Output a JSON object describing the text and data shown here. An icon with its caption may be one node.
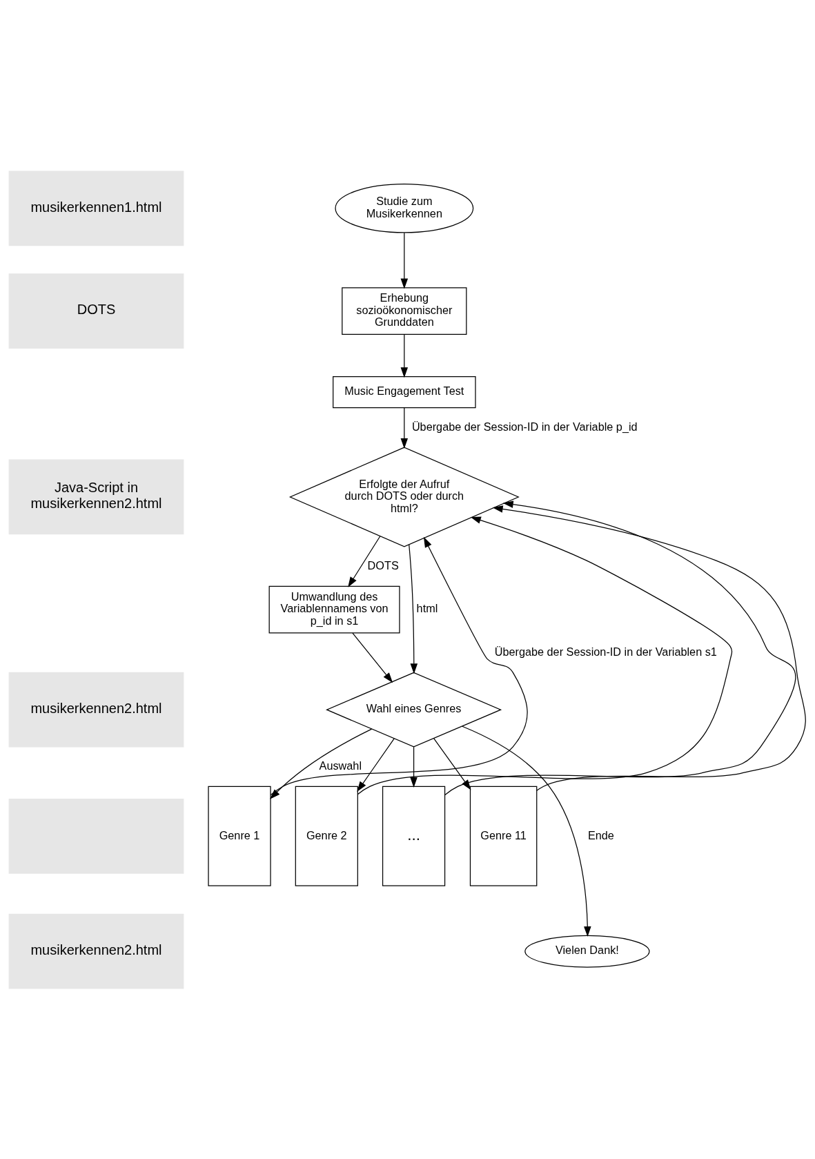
{
  "diagram": {
    "nodes": [
      {
        "text": [
          "musikerkennen1.html"
        ]
      },
      {
        "text": [
          "DOTS"
        ]
      },
      {
        "text": [
          "Java-Script in musikerkennen2.html"
        ]
      },
      {
        "text": [
          "musikerkennen2.html"
        ]
      },
      {
        "text": [],
        "shape": "box"
      },
      {
        "text": [
          "musikerkennen2.html"
        ]
      },
      {
        "text": [
          "Studie zum Musikerkennen"
        ]
      },
      {
        "text": [
          "Erhebung sozioökonomischer Grunddaten"
        ]
      },
      {
        "text": [
          "Music Engagement Test"
        ]
      },
      {
        "text": [
          "Erfolgte der Aufruf durch DOTS oder durch html?"
        ]
      },
      {
        "text": [
          "Umwandlung des Variablennamens von p_id in s1"
        ]
      },
      {
        "text": [
          "Wahl eines Genres"
        ]
      },
      {
        "text": [
          "Genre 1"
        ]
      },
      {
        "text": [
          "Genre 2"
        ]
      },
      {
        "text": [
          "..."
        ]
      },
      {
        "text": [
          "Genre 11"
        ]
      },
      {
        "text": [
          "Vielen Dank!"
        ]
      }
    ],
    "edges": [
      {
        "from": 6,
        "to": 7,
        "arrow": "to"
      },
      {
        "from": 7,
        "to": 8,
        "arrow": "to"
      },
      {
        "from": 8,
        "to": 9,
        "arrow": "to",
        "label": "Übergabe der Session-ID in der Variable p_id"
      },
      {
        "from": 9,
        "to": 10,
        "arrow": "to",
        "label": "DOTS"
      },
      {
        "from": 9,
        "to": 11,
        "arrow": "to",
        "label": "html"
      },
      {
        "from": 10,
        "to": 11,
        "arrow": "to"
      },
      {
        "from": 11,
        "to": 12,
        "arrow": "to",
        "label": "Auswahl"
      },
      {
        "from": 11,
        "to": 13,
        "arrow": "to"
      },
      {
        "from": 11,
        "to": 14,
        "arrow": "to"
      },
      {
        "from": 11,
        "to": 15,
        "arrow": "to"
      },
      {
        "from": 12,
        "to": 9,
        "arrow": "to",
        "label": "Übergabe der Session-ID in der Variablen s1"
      },
      {
        "from": 13,
        "to": 9,
        "arrow": "to"
      },
      {
        "from": 14,
        "to": 9,
        "arrow": "to"
      },
      {
        "from": 15,
        "to": 9,
        "arrow": "to"
      },
      {
        "from": 11,
        "to": 16,
        "arrow": "to",
        "label": "Ende"
      }
    ]
  }
}
